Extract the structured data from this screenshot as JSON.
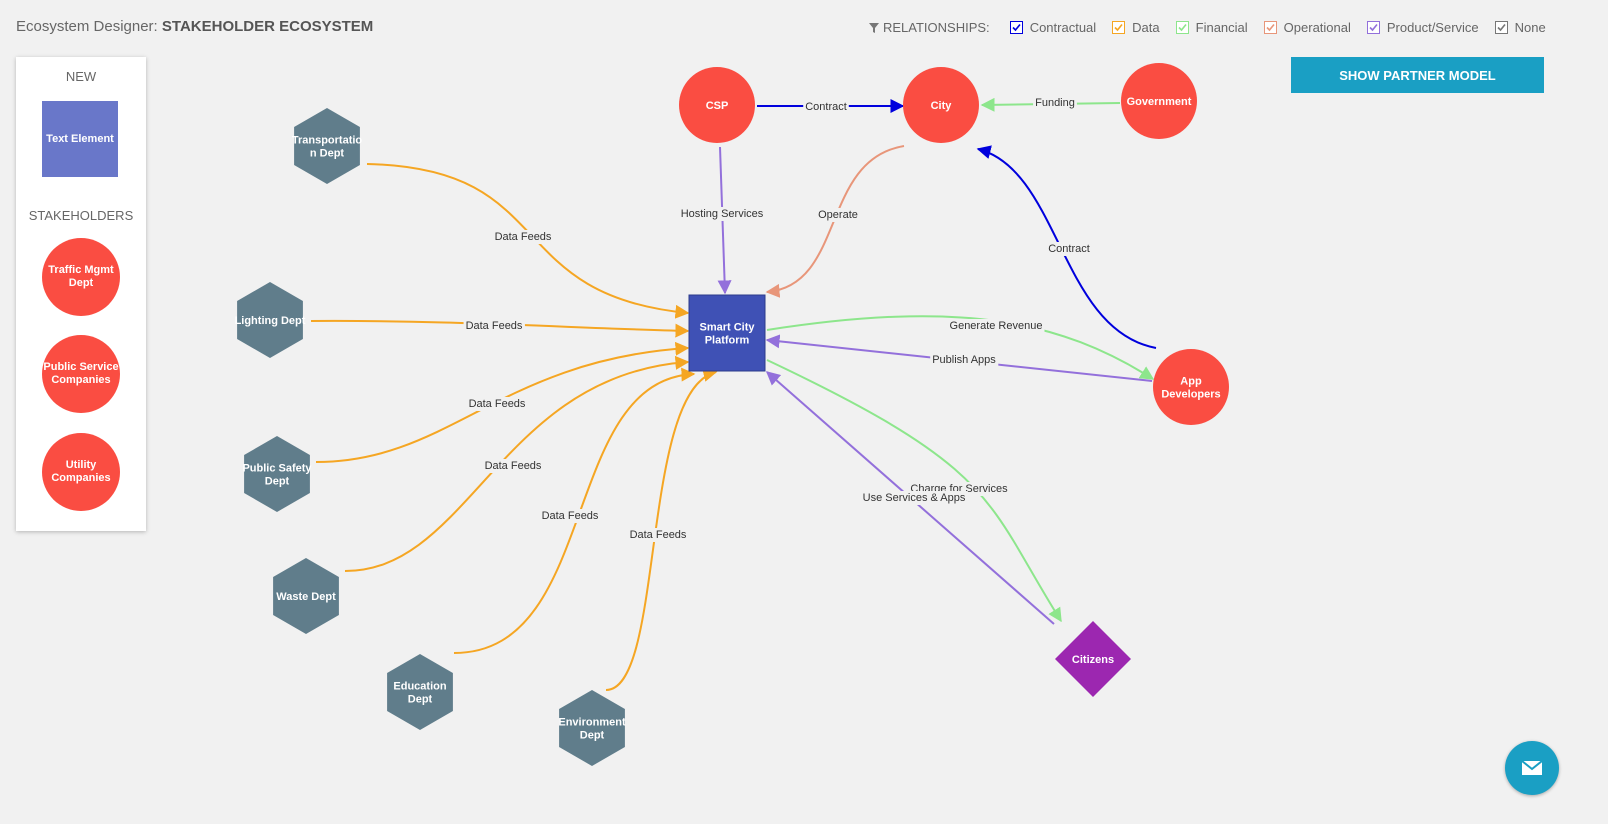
{
  "header": {
    "prefix": "Ecosystem Designer:",
    "title": "STAKEHOLDER ECOSYSTEM"
  },
  "legend": {
    "title": "RELATIONSHIPS:",
    "items": [
      {
        "label": "Contractual",
        "color": "#0000dd"
      },
      {
        "label": "Data",
        "color": "#f5a623"
      },
      {
        "label": "Financial",
        "color": "#8de68c"
      },
      {
        "label": "Operational",
        "color": "#e8967a"
      },
      {
        "label": "Product/Service",
        "color": "#9370db"
      },
      {
        "label": "None",
        "color": "#777777"
      }
    ]
  },
  "palette": {
    "new_label": "NEW",
    "text_element": "Text Element",
    "stakeholders_label": "STAKEHOLDERS",
    "items": [
      "Traffic Mgmt Dept",
      "Public Service Companies",
      "Utility Companies"
    ]
  },
  "partner_button": "SHOW PARTNER MODEL",
  "nodes": {
    "csp": {
      "lines": [
        "CSP"
      ],
      "shape": "circle",
      "color": "#fa4d42"
    },
    "city": {
      "lines": [
        "City"
      ],
      "shape": "circle",
      "color": "#fa4d42"
    },
    "government": {
      "lines": [
        "Government"
      ],
      "shape": "circle",
      "color": "#fa4d42"
    },
    "platform": {
      "lines": [
        "Smart City",
        "Platform"
      ],
      "shape": "square",
      "color": "#3f51b5"
    },
    "transport": {
      "lines": [
        "Transportatio",
        "n Dept"
      ],
      "shape": "hexagon",
      "color": "#607d8b"
    },
    "lighting": {
      "lines": [
        "Lighting Dept"
      ],
      "shape": "hexagon",
      "color": "#607d8b"
    },
    "safety": {
      "lines": [
        "Public Safety",
        "Dept"
      ],
      "shape": "hexagon",
      "color": "#607d8b"
    },
    "waste": {
      "lines": [
        "Waste Dept"
      ],
      "shape": "hexagon",
      "color": "#607d8b"
    },
    "education": {
      "lines": [
        "Education",
        "Dept"
      ],
      "shape": "hexagon",
      "color": "#607d8b"
    },
    "environment": {
      "lines": [
        "Environment",
        "Dept"
      ],
      "shape": "hexagon",
      "color": "#607d8b"
    },
    "appdev": {
      "lines": [
        "App",
        "Developers"
      ],
      "shape": "circle",
      "color": "#fa4d42"
    },
    "citizens": {
      "lines": [
        "Citizens"
      ],
      "shape": "diamond",
      "color": "#9c27b0"
    }
  },
  "edges": [
    {
      "label": "Contract",
      "type": "Contractual"
    },
    {
      "label": "Funding",
      "type": "Financial"
    },
    {
      "label": "Hosting Services",
      "type": "Product/Service"
    },
    {
      "label": "Operate",
      "type": "Operational"
    },
    {
      "label": "Contract",
      "type": "Contractual"
    },
    {
      "label": "Data Feeds",
      "type": "Data"
    },
    {
      "label": "Data Feeds",
      "type": "Data"
    },
    {
      "label": "Data Feeds",
      "type": "Data"
    },
    {
      "label": "Data Feeds",
      "type": "Data"
    },
    {
      "label": "Data Feeds",
      "type": "Data"
    },
    {
      "label": "Data Feeds",
      "type": "Data"
    },
    {
      "label": "Generate Revenue",
      "type": "Financial"
    },
    {
      "label": "Publish Apps",
      "type": "Product/Service"
    },
    {
      "label": "Charge for Services",
      "type": "Financial"
    },
    {
      "label": "Use Services & Apps",
      "type": "Product/Service"
    }
  ]
}
